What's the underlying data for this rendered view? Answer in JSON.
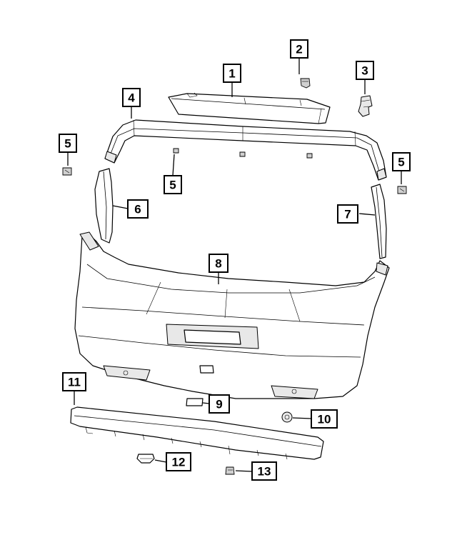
{
  "callouts": [
    {
      "id": "c1",
      "label": "1"
    },
    {
      "id": "c2",
      "label": "2"
    },
    {
      "id": "c3",
      "label": "3"
    },
    {
      "id": "c4",
      "label": "4"
    },
    {
      "id": "c5a",
      "label": "5"
    },
    {
      "id": "c5b",
      "label": "5"
    },
    {
      "id": "c5c",
      "label": "5"
    },
    {
      "id": "c6",
      "label": "6"
    },
    {
      "id": "c7",
      "label": "7"
    },
    {
      "id": "c8",
      "label": "8"
    },
    {
      "id": "c9",
      "label": "9"
    },
    {
      "id": "c10",
      "label": "10"
    },
    {
      "id": "c11",
      "label": "11"
    },
    {
      "id": "c12",
      "label": "12"
    },
    {
      "id": "c13",
      "label": "13"
    }
  ],
  "colors": {
    "ink": "#000000",
    "paper": "#ffffff",
    "shade": "#e8e8e8"
  }
}
